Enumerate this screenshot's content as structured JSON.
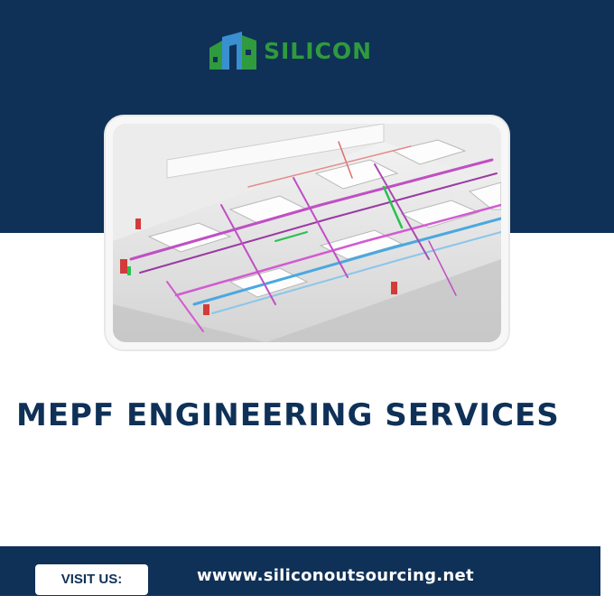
{
  "brand": {
    "logo_text": "SILICON",
    "logo_icon": "building-logo-icon",
    "logo_color": "#2f9a3e"
  },
  "hero": {
    "image": "mepf-3d-bim-model-illustration"
  },
  "headline": "MEPF ENGINEERING SERVICES",
  "footer": {
    "visit_label": "VISIT US:",
    "website": "wwww.siliconoutsourcing.net"
  },
  "colors": {
    "navy": "#0f3157",
    "green": "#2f9a3e",
    "white": "#ffffff"
  }
}
